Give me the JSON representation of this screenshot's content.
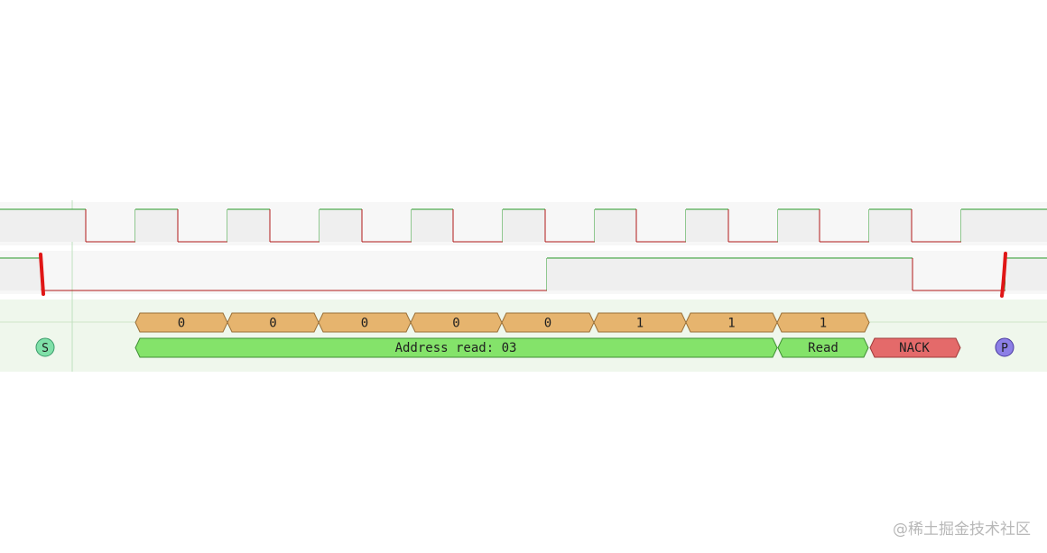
{
  "colors": {
    "trace_high": "#2a9a2a",
    "trace_low": "#b01818",
    "bit_fill": "#e6b46e",
    "bit_stroke": "#9a7038",
    "addr_fill": "#84e36a",
    "addr_stroke": "#3f8f34",
    "rw_fill": "#84e36a",
    "nack_fill": "#e46a6a",
    "nack_stroke": "#a13a3a",
    "start_fill": "#7fe0a8",
    "stop_fill": "#8c7fe6",
    "annotation_red": "#e01616"
  },
  "decoder": {
    "start_label": "S",
    "stop_label": "P",
    "bits": [
      "0",
      "0",
      "0",
      "0",
      "0",
      "1",
      "1",
      "1"
    ],
    "address_label": "Address read: 03",
    "rw_label": "Read",
    "ack_label": "NACK"
  },
  "watermark": "@稀土掘金技术社区"
}
